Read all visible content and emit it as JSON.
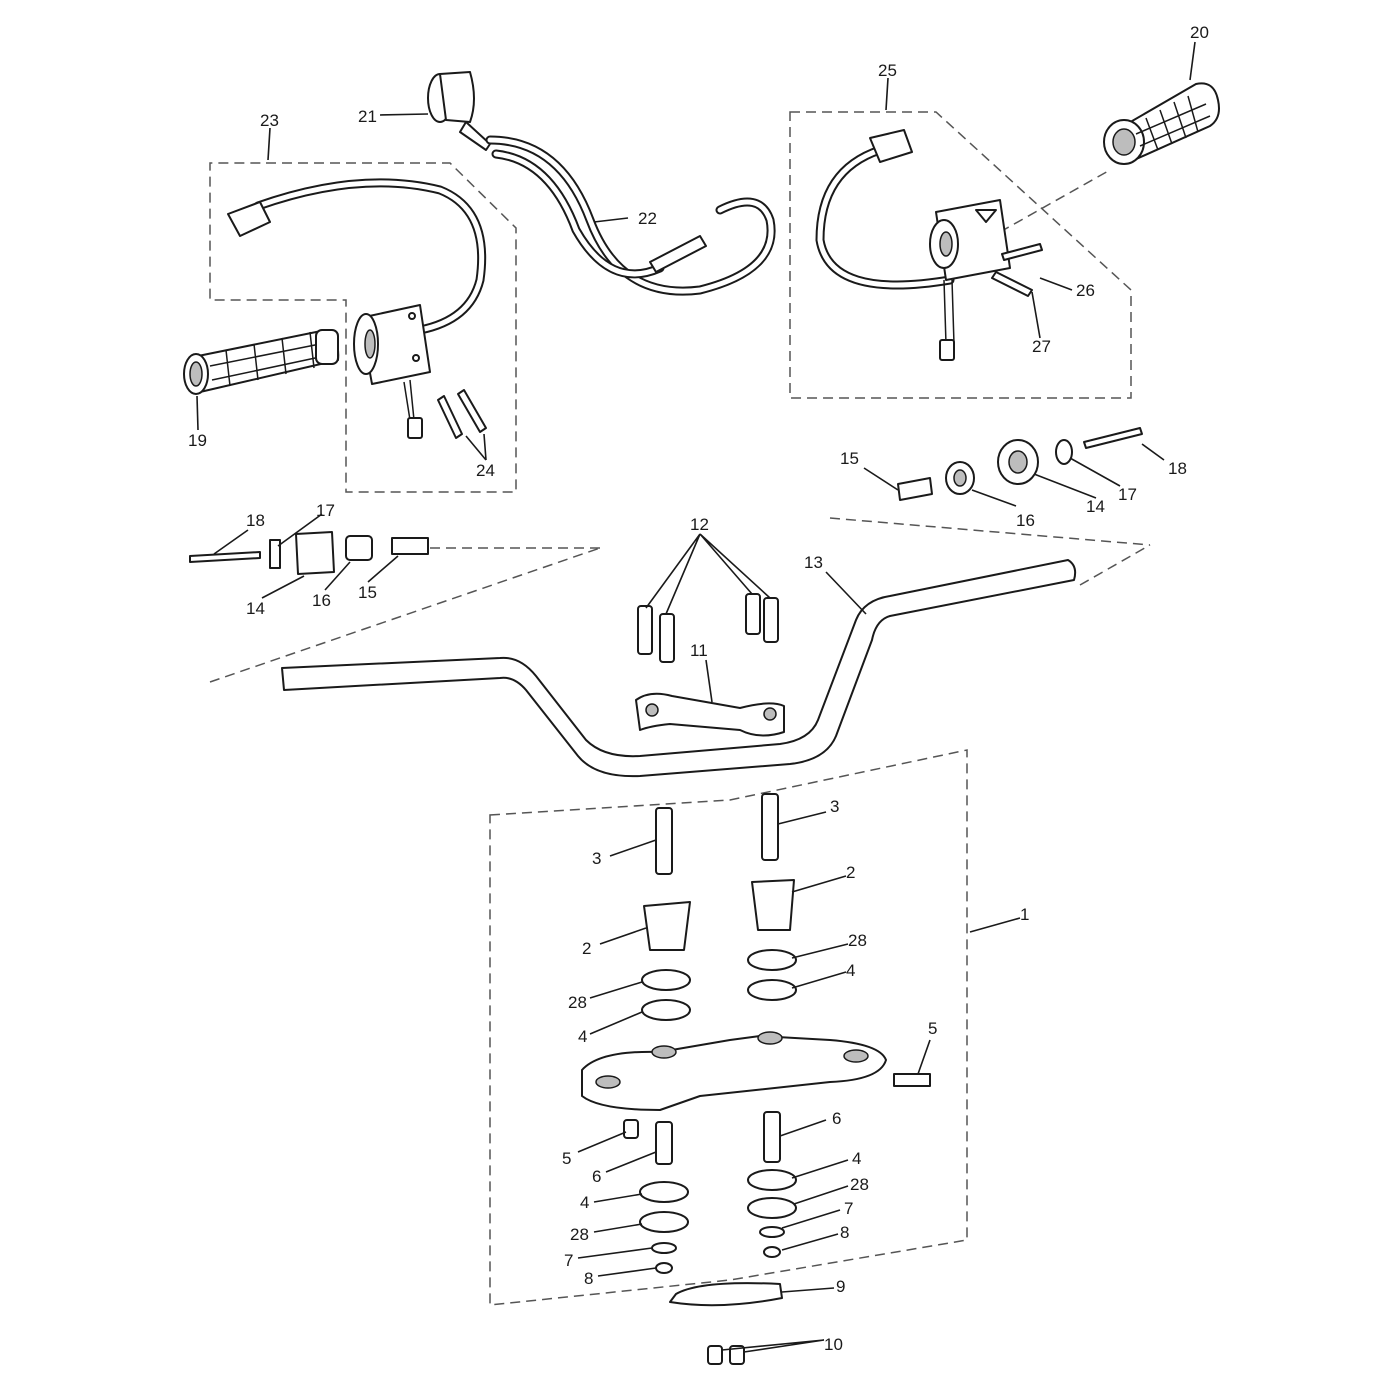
{
  "callouts": {
    "c1": "1",
    "c2": "2",
    "c3": "3",
    "c4": "4",
    "c5": "5",
    "c6": "6",
    "c7": "7",
    "c8": "8",
    "c9": "9",
    "c10": "10",
    "c11": "11",
    "c12": "12",
    "c13": "13",
    "c14": "14",
    "c15": "15",
    "c16": "16",
    "c17": "17",
    "c18": "18",
    "c19": "19",
    "c20": "20",
    "c21": "21",
    "c22": "22",
    "c23": "23",
    "c24": "24",
    "c25": "25",
    "c26": "26",
    "c27": "27",
    "c28": "28"
  },
  "colors": {
    "line": "#1a1a1a",
    "shade": "#bdbdbd",
    "background": "#ffffff"
  }
}
